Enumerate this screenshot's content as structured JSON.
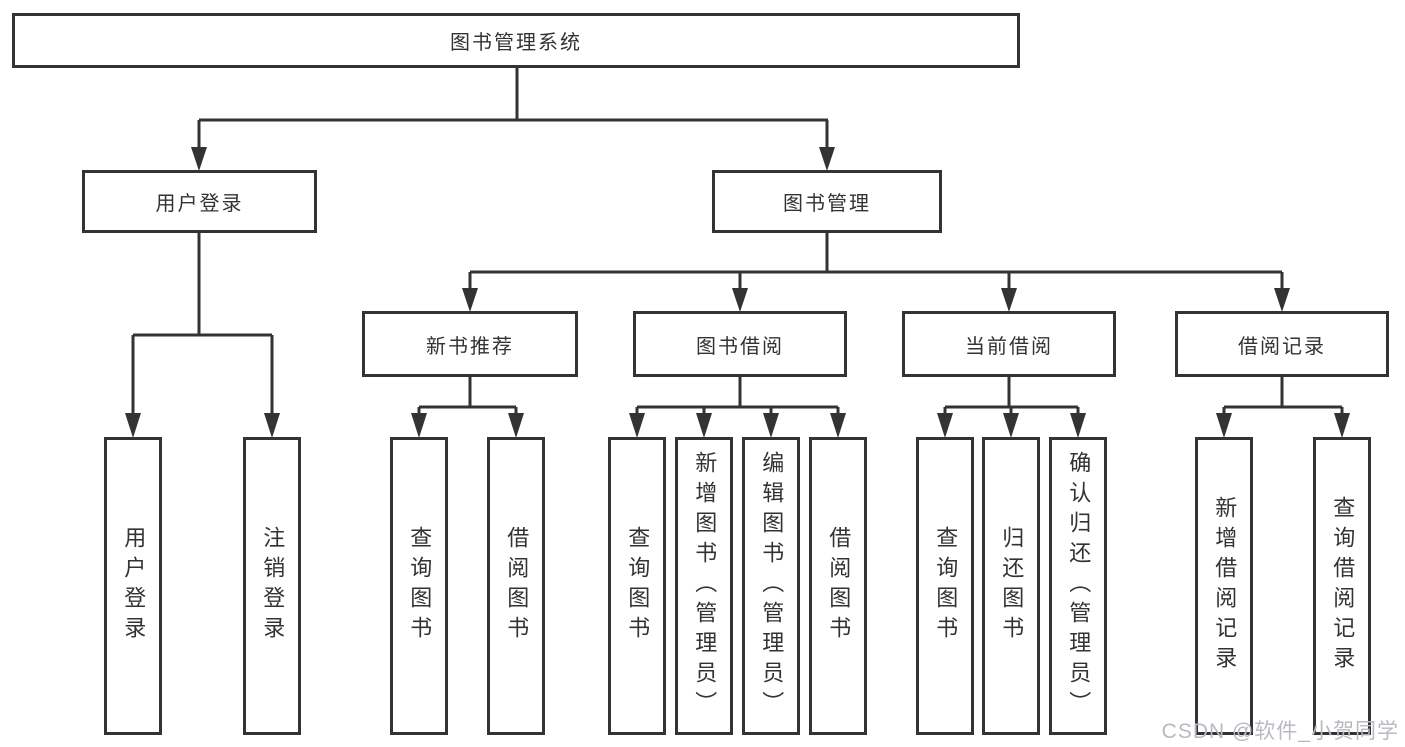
{
  "diagram": {
    "root": {
      "label": "图书管理系统"
    },
    "branches": [
      {
        "label": "用户登录",
        "children": [
          {
            "label": "用户登录"
          },
          {
            "label": "注销登录"
          }
        ]
      },
      {
        "label": "图书管理",
        "groups": [
          {
            "label": "新书推荐",
            "children": [
              {
                "label": "查询图书"
              },
              {
                "label": "借阅图书"
              }
            ]
          },
          {
            "label": "图书借阅",
            "children": [
              {
                "label": "查询图书"
              },
              {
                "label": "新增图书（管理员）"
              },
              {
                "label": "编辑图书（管理员）"
              },
              {
                "label": "借阅图书"
              }
            ]
          },
          {
            "label": "当前借阅",
            "children": [
              {
                "label": "查询图书"
              },
              {
                "label": "归还图书"
              },
              {
                "label": "确认归还（管理员）"
              }
            ]
          },
          {
            "label": "借阅记录",
            "children": [
              {
                "label": "新增借阅记录"
              },
              {
                "label": "查询借阅记录"
              }
            ]
          }
        ]
      }
    ]
  },
  "watermark": {
    "text": "CSDN @软件_小贺同学"
  },
  "colors": {
    "line": "#333333",
    "box_border": "#333333",
    "text": "#333333",
    "background": "#ffffff",
    "watermark": "#b9bac1"
  }
}
